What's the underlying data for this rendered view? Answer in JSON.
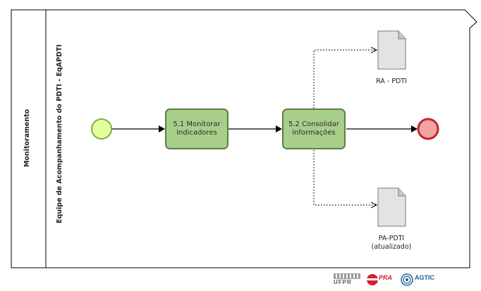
{
  "pool": {
    "label": "Monitoramento"
  },
  "lane": {
    "label": "Equipe de Acompanhamento do PDTI - EqAPDTI"
  },
  "tasks": [
    {
      "label": "5.1 Monitorar\nindicadores"
    },
    {
      "label": "5.2 Consolidar\ninformações"
    }
  ],
  "documents": [
    {
      "label": "RA - PDTI"
    },
    {
      "label": "PA-PDTI\n(atualizado)"
    }
  ],
  "logos": [
    {
      "text": "UFPR"
    },
    {
      "text": "PRA"
    },
    {
      "text": "AGTIC"
    }
  ],
  "colors": {
    "task_fill": "#a8cf8a",
    "task_border": "#5b7e46",
    "start_fill": "#e6ff9c",
    "start_border": "#77b23c",
    "end_fill": "#f2a3a3",
    "end_border": "#c3242b",
    "logo_red": "#d2232a",
    "logo_blue": "#1f5f9e"
  }
}
